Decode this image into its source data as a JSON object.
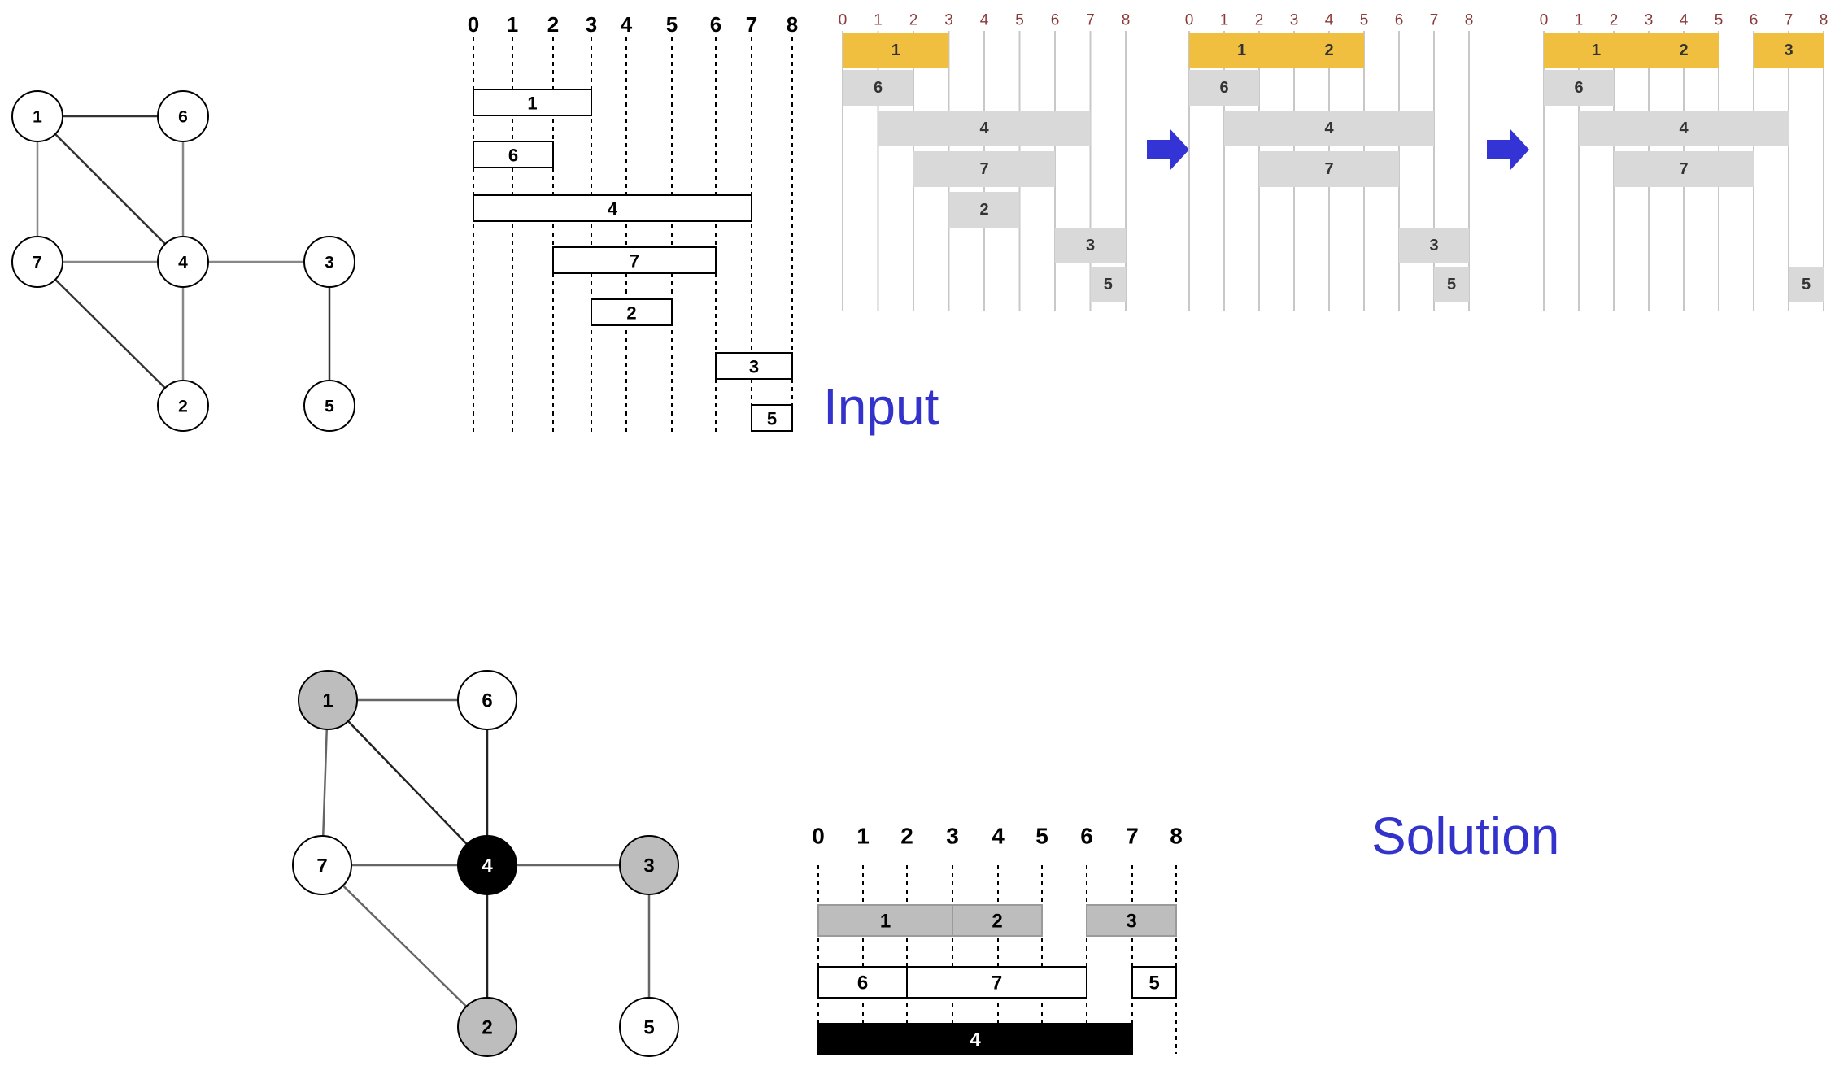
{
  "labels": {
    "input": "Input",
    "solution": "Solution"
  },
  "colors": {
    "title_blue": "#3333cc",
    "arrow_blue": "#3434d6",
    "selected_gold": "#f0bf3f",
    "pending_gray": "#d9d9d9",
    "solution_gray": "#bdbdbd",
    "black": "#000000",
    "tick_red": "#8b3a3a"
  },
  "graph_input": {
    "nodes": [
      {
        "id": "1",
        "fill": "#ffffff"
      },
      {
        "id": "6",
        "fill": "#ffffff"
      },
      {
        "id": "7",
        "fill": "#ffffff"
      },
      {
        "id": "4",
        "fill": "#ffffff"
      },
      {
        "id": "3",
        "fill": "#ffffff"
      },
      {
        "id": "2",
        "fill": "#ffffff"
      },
      {
        "id": "5",
        "fill": "#ffffff"
      }
    ],
    "edges": [
      [
        "1",
        "6"
      ],
      [
        "1",
        "7"
      ],
      [
        "1",
        "4"
      ],
      [
        "6",
        "4"
      ],
      [
        "7",
        "4"
      ],
      [
        "4",
        "3"
      ],
      [
        "7",
        "2"
      ],
      [
        "4",
        "2"
      ],
      [
        "3",
        "5"
      ]
    ]
  },
  "graph_solution": {
    "nodes": [
      {
        "id": "1",
        "fill": "#bdbdbd",
        "text": "#000000"
      },
      {
        "id": "6",
        "fill": "#ffffff",
        "text": "#000000"
      },
      {
        "id": "7",
        "fill": "#ffffff",
        "text": "#000000"
      },
      {
        "id": "4",
        "fill": "#000000",
        "text": "#ffffff"
      },
      {
        "id": "3",
        "fill": "#bdbdbd",
        "text": "#000000"
      },
      {
        "id": "2",
        "fill": "#bdbdbd",
        "text": "#000000"
      },
      {
        "id": "5",
        "fill": "#ffffff",
        "text": "#000000"
      }
    ],
    "edges": [
      [
        "1",
        "6"
      ],
      [
        "1",
        "7"
      ],
      [
        "1",
        "4"
      ],
      [
        "6",
        "4"
      ],
      [
        "7",
        "4"
      ],
      [
        "4",
        "3"
      ],
      [
        "7",
        "2"
      ],
      [
        "4",
        "2"
      ],
      [
        "3",
        "5"
      ]
    ]
  },
  "intervals": [
    {
      "id": "1",
      "start": 0,
      "end": 3
    },
    {
      "id": "6",
      "start": 0,
      "end": 2
    },
    {
      "id": "4",
      "start": 0,
      "end": 7
    },
    {
      "id": "7",
      "start": 2,
      "end": 6
    },
    {
      "id": "2",
      "start": 3,
      "end": 5
    },
    {
      "id": "3",
      "start": 6,
      "end": 8
    },
    {
      "id": "5",
      "start": 7,
      "end": 8
    }
  ],
  "axis_ticks": [
    "0",
    "1",
    "2",
    "3",
    "4",
    "5",
    "6",
    "7",
    "8"
  ],
  "steps": [
    {
      "selected": [
        {
          "id": "1",
          "start": 0,
          "end": 3
        }
      ],
      "remaining": [
        {
          "id": "6",
          "start": 0,
          "end": 2
        },
        {
          "id": "4",
          "start": 1,
          "end": 7
        },
        {
          "id": "7",
          "start": 2,
          "end": 6
        },
        {
          "id": "2",
          "start": 3,
          "end": 5
        },
        {
          "id": "3",
          "start": 6,
          "end": 8
        },
        {
          "id": "5",
          "start": 7,
          "end": 8
        }
      ]
    },
    {
      "selected": [
        {
          "id": "1",
          "start": 0,
          "end": 3
        },
        {
          "id": "2",
          "start": 3,
          "end": 5
        }
      ],
      "remaining": [
        {
          "id": "6",
          "start": 0,
          "end": 2
        },
        {
          "id": "4",
          "start": 1,
          "end": 7
        },
        {
          "id": "7",
          "start": 2,
          "end": 6
        },
        {
          "id": "3",
          "start": 6,
          "end": 8
        },
        {
          "id": "5",
          "start": 7,
          "end": 8
        }
      ]
    },
    {
      "selected": [
        {
          "id": "1",
          "start": 0,
          "end": 3
        },
        {
          "id": "2",
          "start": 3,
          "end": 5
        },
        {
          "id": "3",
          "start": 6,
          "end": 8
        }
      ],
      "remaining": [
        {
          "id": "6",
          "start": 0,
          "end": 2
        },
        {
          "id": "4",
          "start": 1,
          "end": 7
        },
        {
          "id": "7",
          "start": 2,
          "end": 6
        },
        {
          "id": "5",
          "start": 7,
          "end": 8
        }
      ]
    }
  ],
  "solution_rows": [
    {
      "color": "gray",
      "bars": [
        {
          "id": "1",
          "start": 0,
          "end": 3
        },
        {
          "id": "2",
          "start": 3,
          "end": 5
        },
        {
          "id": "3",
          "start": 6,
          "end": 8
        }
      ]
    },
    {
      "color": "white",
      "bars": [
        {
          "id": "6",
          "start": 0,
          "end": 2
        },
        {
          "id": "7",
          "start": 2,
          "end": 6
        },
        {
          "id": "5",
          "start": 7,
          "end": 8
        }
      ]
    },
    {
      "color": "black",
      "bars": [
        {
          "id": "4",
          "start": 0,
          "end": 7
        }
      ]
    }
  ]
}
